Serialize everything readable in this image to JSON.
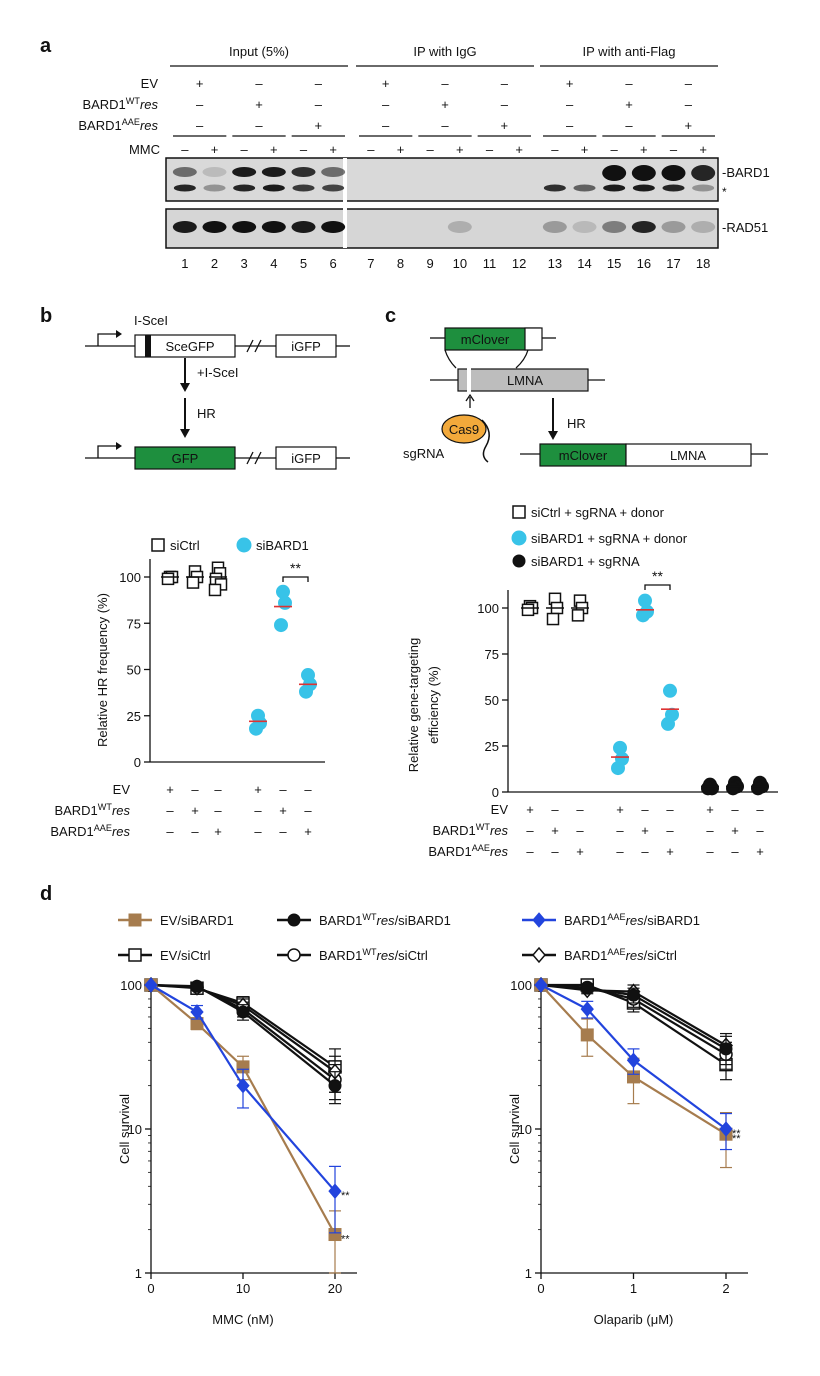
{
  "panel_a": {
    "label": "a",
    "groups": [
      "Input (5%)",
      "IP with IgG",
      "IP with anti-Flag"
    ],
    "rows": [
      {
        "label": "EV",
        "sup": "",
        "italic": "",
        "signs": [
          "+",
          "–",
          "–",
          "+",
          "–",
          "–",
          "+",
          "–",
          "–"
        ]
      },
      {
        "label": "BARD1",
        "sup": "WT",
        "italic": "res",
        "signs": [
          "–",
          "+",
          "–",
          "–",
          "+",
          "–",
          "–",
          "+",
          "–"
        ]
      },
      {
        "label": "BARD1",
        "sup": "AAE",
        "italic": "res",
        "signs": [
          "–",
          "–",
          "+",
          "–",
          "–",
          "+",
          "–",
          "–",
          "+"
        ]
      }
    ],
    "mmc_label": "MMC",
    "mmc_signs": [
      "–",
      "+",
      "–",
      "+",
      "–",
      "+",
      "–",
      "+",
      "–",
      "+",
      "–",
      "+",
      "–",
      "+",
      "–",
      "+",
      "–",
      "+"
    ],
    "bands": [
      "-BARD1",
      "*",
      "-RAD51"
    ],
    "lanes": [
      "1",
      "2",
      "3",
      "4",
      "5",
      "6",
      "7",
      "8",
      "9",
      "10",
      "11",
      "12",
      "13",
      "14",
      "15",
      "16",
      "17",
      "18"
    ]
  },
  "panel_b": {
    "label": "b",
    "schematic": {
      "isce": "I-SceI",
      "scegfp": "SceGFP",
      "igfp": "iGFP",
      "plus_isce": "+I-SceI",
      "hr": "HR",
      "gfp": "GFP",
      "igfp2": "iGFP"
    },
    "legend": [
      "siCtrl",
      "siBARD1"
    ],
    "sig": "**",
    "ylabel": "Relative HR frequency (%)",
    "xrows": [
      {
        "label": "EV",
        "sup": "",
        "italic": "",
        "signs": [
          "+",
          "–",
          "–",
          "+",
          "–",
          "–"
        ]
      },
      {
        "label": "BARD1",
        "sup": "WT",
        "italic": "res",
        "signs": [
          "–",
          "+",
          "–",
          "–",
          "+",
          "–"
        ]
      },
      {
        "label": "BARD1",
        "sup": "AAE",
        "italic": "res",
        "signs": [
          "–",
          "–",
          "+",
          "–",
          "–",
          "+"
        ]
      }
    ]
  },
  "panel_c": {
    "label": "c",
    "schematic": {
      "mclover": "mClover",
      "lmna": "LMNA",
      "cas9": "Cas9",
      "sgrna": "sgRNA",
      "hr": "HR",
      "mclover2": "mClover",
      "lmna2": "LMNA"
    },
    "legend": [
      "siCtrl + sgRNA + donor",
      "siBARD1 + sgRNA + donor",
      "siBARD1 + sgRNA"
    ],
    "sig": "**",
    "ylabel_line1": "Relative gene-targeting",
    "ylabel_line2": "efficiency (%)",
    "xrows": [
      {
        "label": "EV",
        "sup": "",
        "italic": "",
        "signs": [
          "+",
          "–",
          "–",
          "+",
          "–",
          "–",
          "+",
          "–",
          "–"
        ]
      },
      {
        "label": "BARD1",
        "sup": "WT",
        "italic": "res",
        "signs": [
          "–",
          "+",
          "–",
          "–",
          "+",
          "–",
          "–",
          "+",
          "–"
        ]
      },
      {
        "label": "BARD1",
        "sup": "AAE",
        "italic": "res",
        "signs": [
          "–",
          "–",
          "+",
          "–",
          "–",
          "+",
          "–",
          "–",
          "+"
        ]
      }
    ]
  },
  "panel_d": {
    "label": "d",
    "legend": [
      {
        "prefix": "EV/siBARD1",
        "sup": "",
        "italic": "",
        "suffix": "",
        "color": "#a67c4e",
        "marker": "square-filled"
      },
      {
        "prefix": "BARD1",
        "sup": "WT",
        "italic": "res",
        "suffix": "/siBARD1",
        "color": "#111111",
        "marker": "circle-filled"
      },
      {
        "prefix": "BARD1",
        "sup": "AAE",
        "italic": "res",
        "suffix": "/siBARD1",
        "color": "#2244dd",
        "marker": "diamond-filled"
      },
      {
        "prefix": "EV/siCtrl",
        "sup": "",
        "italic": "",
        "suffix": "",
        "color": "#111111",
        "marker": "square-open"
      },
      {
        "prefix": "BARD1",
        "sup": "WT",
        "italic": "res",
        "suffix": "/siCtrl",
        "color": "#111111",
        "marker": "circle-open"
      },
      {
        "prefix": "BARD1",
        "sup": "AAE",
        "italic": "res",
        "suffix": "/siCtrl",
        "color": "#111111",
        "marker": "diamond-open"
      }
    ],
    "sig": "**"
  },
  "chart_data": [
    {
      "id": "b",
      "type": "scatter",
      "ylabel": "Relative HR frequency (%)",
      "ylim": [
        0,
        100
      ],
      "yticks": [
        0,
        25,
        50,
        75,
        100
      ],
      "groups": [
        {
          "series": "siCtrl",
          "points": [
            100,
            100,
            99
          ],
          "mean": 100
        },
        {
          "series": "siCtrl",
          "points": [
            103,
            100,
            97
          ],
          "mean": 100
        },
        {
          "series": "siCtrl",
          "points": [
            105,
            102,
            99,
            96,
            93
          ],
          "mean": 100
        },
        {
          "series": "siBARD1",
          "points": [
            25,
            21,
            18
          ],
          "mean": 22
        },
        {
          "series": "siBARD1",
          "points": [
            92,
            86,
            74
          ],
          "mean": 84
        },
        {
          "series": "siBARD1",
          "points": [
            47,
            42,
            38
          ],
          "mean": 42
        }
      ],
      "significance": [
        {
          "groups": [
            5,
            6
          ],
          "label": "**"
        }
      ]
    },
    {
      "id": "c",
      "type": "scatter",
      "ylabel": "Relative gene-targeting efficiency (%)",
      "ylim": [
        0,
        100
      ],
      "yticks": [
        0,
        25,
        50,
        75,
        100
      ],
      "groups": [
        {
          "series": "siCtrl + sgRNA + donor",
          "points": [
            101,
            100,
            99
          ],
          "mean": 100
        },
        {
          "series": "siCtrl + sgRNA + donor",
          "points": [
            105,
            100,
            94
          ],
          "mean": 100
        },
        {
          "series": "siCtrl + sgRNA + donor",
          "points": [
            104,
            100,
            96
          ],
          "mean": 100
        },
        {
          "series": "siBARD1 + sgRNA + donor",
          "points": [
            24,
            18,
            13
          ],
          "mean": 19
        },
        {
          "series": "siBARD1 + sgRNA + donor",
          "points": [
            104,
            98,
            96
          ],
          "mean": 99
        },
        {
          "series": "siBARD1 + sgRNA + donor",
          "points": [
            55,
            42,
            37
          ],
          "mean": 45
        },
        {
          "series": "siBARD1 + sgRNA",
          "points": [
            4,
            2,
            2
          ],
          "mean": 3
        },
        {
          "series": "siBARD1 + sgRNA",
          "points": [
            5,
            3,
            2
          ],
          "mean": 3
        },
        {
          "series": "siBARD1 + sgRNA",
          "points": [
            5,
            3,
            2
          ],
          "mean": 3
        }
      ],
      "significance": [
        {
          "groups": [
            5,
            6
          ],
          "label": "**"
        }
      ]
    },
    {
      "id": "d-left",
      "type": "line",
      "xlabel": "MMC (nM)",
      "ylabel": "Cell survival",
      "yscale": "log",
      "ylim": [
        1,
        100
      ],
      "xlim": [
        0,
        20
      ],
      "xticks": [
        0,
        10,
        20
      ],
      "yticks": [
        1,
        10,
        100
      ],
      "x": [
        0,
        5,
        10,
        20
      ],
      "series": [
        {
          "name": "EV/siBARD1",
          "values": [
            100,
            54,
            27,
            1.85
          ],
          "err": [
            0,
            5,
            5,
            0.85
          ]
        },
        {
          "name": "BARD1WTres/siBARD1",
          "values": [
            100,
            98,
            65,
            20
          ],
          "err": [
            0,
            3,
            8,
            5
          ]
        },
        {
          "name": "BARD1AAEres/siBARD1",
          "values": [
            100,
            65,
            20,
            3.7
          ],
          "err": [
            0,
            7,
            6,
            1.8
          ]
        },
        {
          "name": "EV/siCtrl",
          "values": [
            100,
            95,
            75,
            27
          ],
          "err": [
            0,
            5,
            8,
            9
          ]
        },
        {
          "name": "BARD1WTres/siCtrl",
          "values": [
            100,
            97,
            68,
            22
          ],
          "err": [
            0,
            4,
            8,
            6
          ]
        },
        {
          "name": "BARD1AAEres/siCtrl",
          "values": [
            100,
            96,
            72,
            25
          ],
          "err": [
            0,
            4,
            8,
            7
          ]
        }
      ]
    },
    {
      "id": "d-right",
      "type": "line",
      "xlabel": "Olaparib (μM)",
      "ylabel": "Cell survival",
      "yscale": "log",
      "ylim": [
        1,
        100
      ],
      "xlim": [
        0,
        2
      ],
      "xticks": [
        0,
        1,
        2
      ],
      "yticks": [
        1,
        10,
        100
      ],
      "x": [
        0,
        0.5,
        1,
        2
      ],
      "series": [
        {
          "name": "EV/siBARD1",
          "values": [
            100,
            45,
            23,
            9.2
          ],
          "err": [
            0,
            13,
            8,
            3.8
          ]
        },
        {
          "name": "BARD1WTres/siBARD1",
          "values": [
            100,
            95,
            85,
            36
          ],
          "err": [
            0,
            6,
            10,
            8
          ]
        },
        {
          "name": "BARD1AAEres/siBARD1",
          "values": [
            100,
            68,
            30,
            10
          ],
          "err": [
            0,
            9,
            6,
            2.8
          ]
        },
        {
          "name": "EV/siCtrl",
          "values": [
            100,
            100,
            75,
            28
          ],
          "err": [
            0,
            5,
            10,
            6
          ]
        },
        {
          "name": "BARD1WTres/siCtrl",
          "values": [
            100,
            96,
            80,
            33
          ],
          "err": [
            0,
            5,
            10,
            7
          ]
        },
        {
          "name": "BARD1AAEres/siCtrl",
          "values": [
            100,
            92,
            90,
            38
          ],
          "err": [
            0,
            5,
            10,
            8
          ]
        }
      ]
    }
  ]
}
